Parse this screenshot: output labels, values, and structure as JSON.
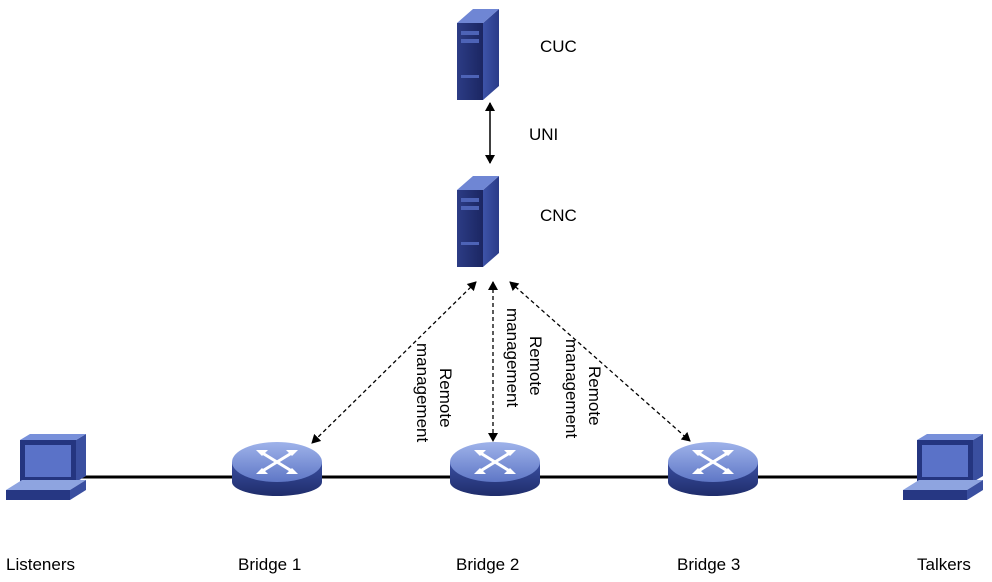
{
  "nodes": {
    "cuc": {
      "label": "CUC",
      "icon": "server-icon"
    },
    "cnc": {
      "label": "CNC",
      "icon": "server-icon"
    },
    "listeners": {
      "label": "Listeners",
      "icon": "computer-icon"
    },
    "bridge1": {
      "label": "Bridge 1",
      "icon": "switch-icon"
    },
    "bridge2": {
      "label": "Bridge 2",
      "icon": "switch-icon"
    },
    "bridge3": {
      "label": "Bridge 3",
      "icon": "switch-icon"
    },
    "talkers": {
      "label": "Talkers",
      "icon": "computer-icon"
    }
  },
  "links": {
    "uni": {
      "label": "UNI"
    },
    "remote_mgmt": {
      "line1": "Remote",
      "line2": "management"
    }
  },
  "colors": {
    "device_dark": "#1f2d6b",
    "device_mid": "#3a4fa0",
    "device_light": "#8ea4e0",
    "line": "#000000"
  }
}
